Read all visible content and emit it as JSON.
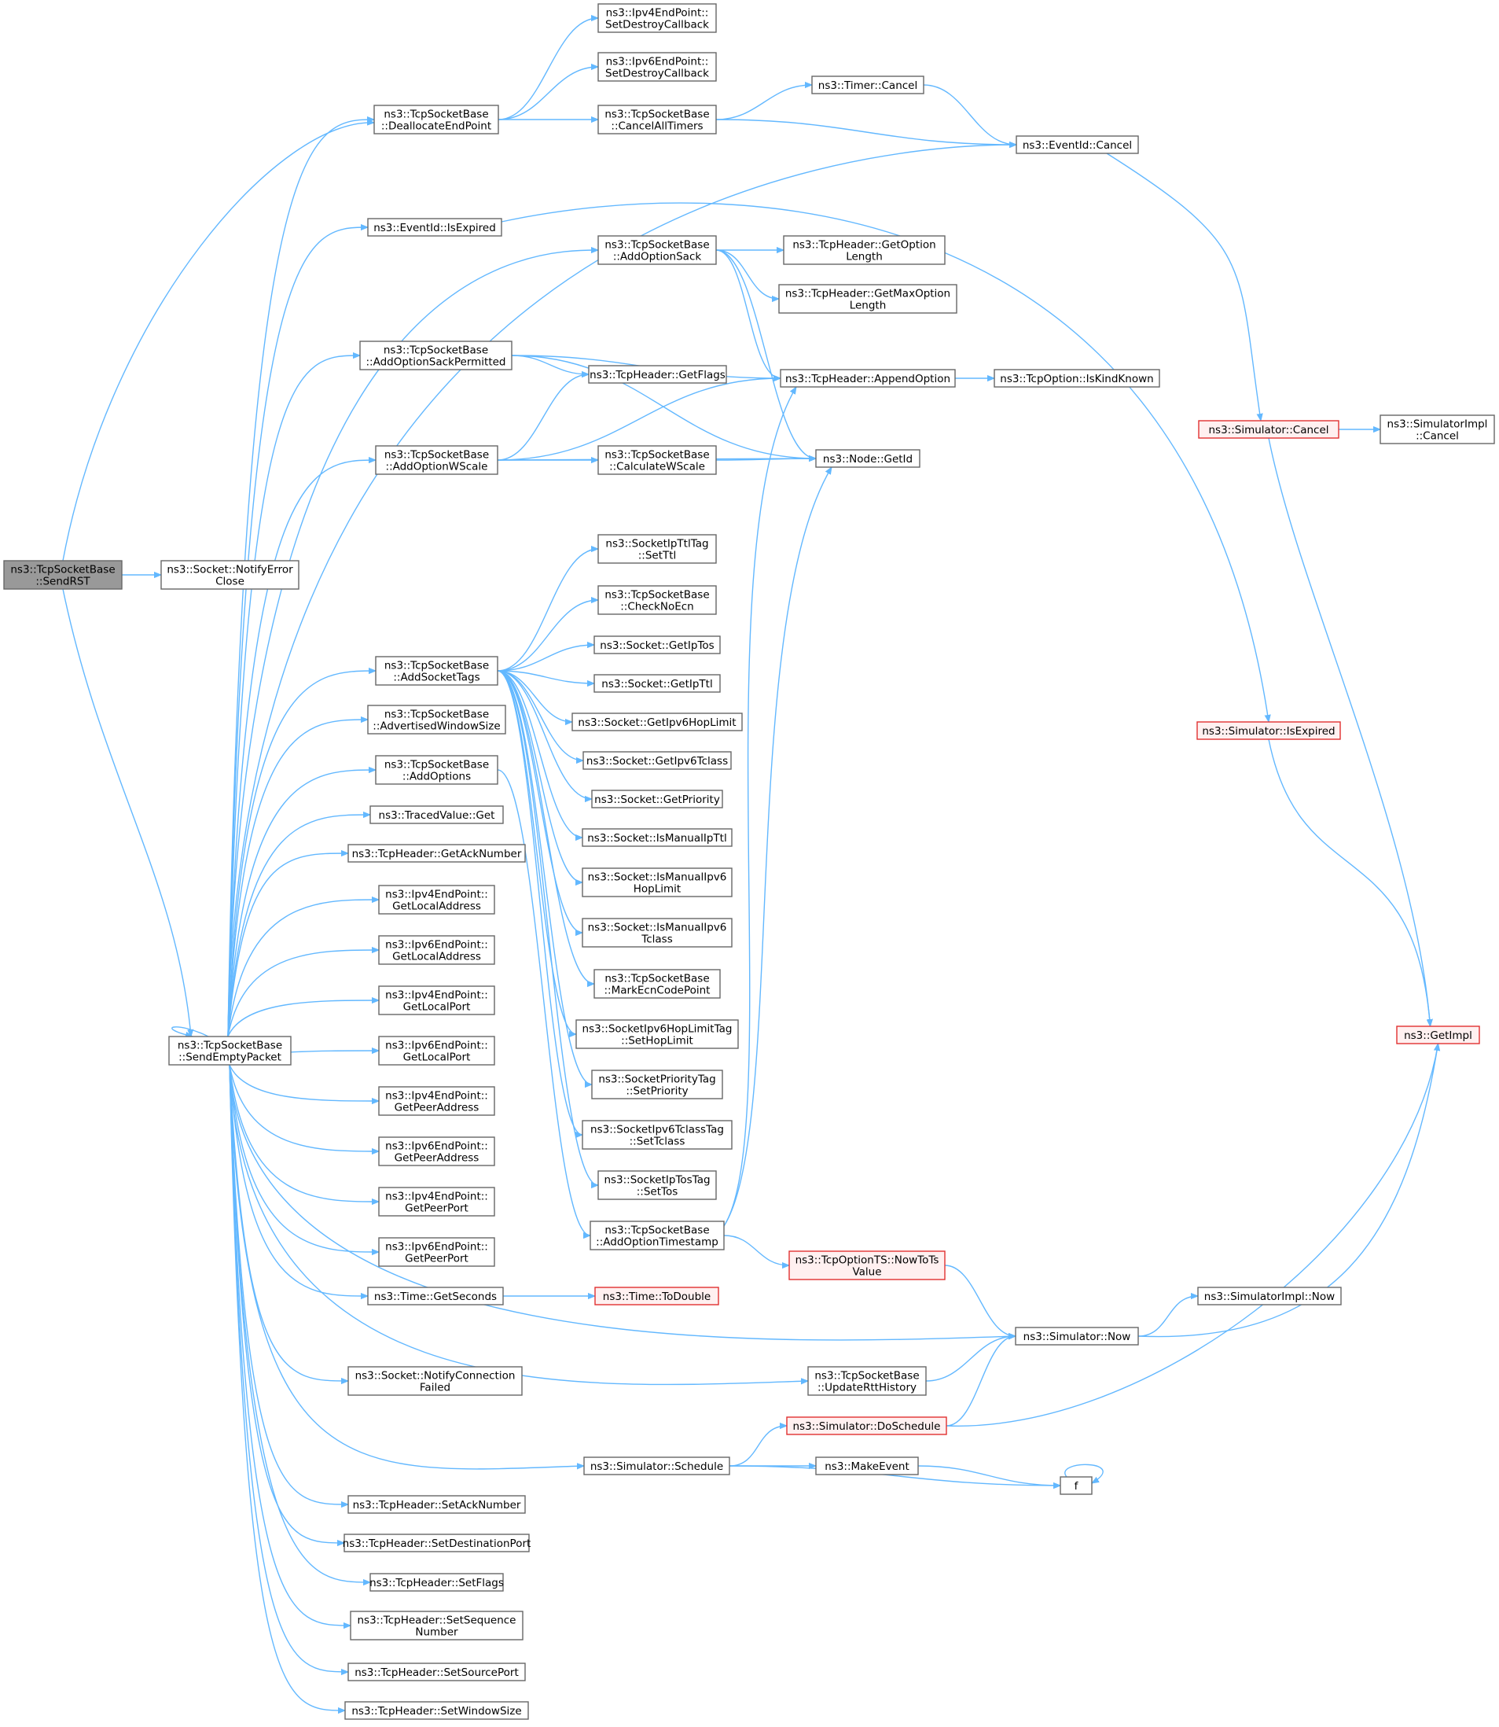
{
  "nodes": [
    {
      "id": "sendrst",
      "lines": [
        "ns3::TcpSocketBase",
        "::SendRST"
      ],
      "style": "root"
    },
    {
      "id": "notifyerrorclose",
      "lines": [
        "ns3::Socket::NotifyError",
        "Close"
      ]
    },
    {
      "id": "sendemptypacket",
      "lines": [
        "ns3::TcpSocketBase",
        "::SendEmptyPacket"
      ]
    },
    {
      "id": "deallocateendpoint",
      "lines": [
        "ns3::TcpSocketBase",
        "::DeallocateEndPoint"
      ]
    },
    {
      "id": "ipv4setdestroy",
      "lines": [
        "ns3::Ipv4EndPoint::",
        "SetDestroyCallback"
      ]
    },
    {
      "id": "ipv6setdestroy",
      "lines": [
        "ns3::Ipv6EndPoint::",
        "SetDestroyCallback"
      ]
    },
    {
      "id": "cancelalltimers",
      "lines": [
        "ns3::TcpSocketBase",
        "::CancelAllTimers"
      ]
    },
    {
      "id": "timercancel",
      "lines": [
        "ns3::Timer::Cancel"
      ]
    },
    {
      "id": "eventidcancel",
      "lines": [
        "ns3::EventId::Cancel"
      ]
    },
    {
      "id": "eventidisexpired",
      "lines": [
        "ns3::EventId::IsExpired"
      ]
    },
    {
      "id": "addoptionsack",
      "lines": [
        "ns3::TcpSocketBase",
        "::AddOptionSack"
      ]
    },
    {
      "id": "getoptionlength",
      "lines": [
        "ns3::TcpHeader::GetOption",
        "Length"
      ]
    },
    {
      "id": "getmaxoptionlength",
      "lines": [
        "ns3::TcpHeader::GetMaxOption",
        "Length"
      ]
    },
    {
      "id": "addoptionsackpermitted",
      "lines": [
        "ns3::TcpSocketBase",
        "::AddOptionSackPermitted"
      ]
    },
    {
      "id": "getflags",
      "lines": [
        "ns3::TcpHeader::GetFlags"
      ]
    },
    {
      "id": "appendoption",
      "lines": [
        "ns3::TcpHeader::AppendOption"
      ]
    },
    {
      "id": "iskindknown",
      "lines": [
        "ns3::TcpOption::IsKindKnown"
      ]
    },
    {
      "id": "addoptionwscale",
      "lines": [
        "ns3::TcpSocketBase",
        "::AddOptionWScale"
      ]
    },
    {
      "id": "calculatewscale",
      "lines": [
        "ns3::TcpSocketBase",
        "::CalculateWScale"
      ]
    },
    {
      "id": "nodegetid",
      "lines": [
        "ns3::Node::GetId"
      ]
    },
    {
      "id": "simulatorcancel",
      "lines": [
        "ns3::Simulator::Cancel"
      ],
      "style": "red"
    },
    {
      "id": "simulatorimplcancel",
      "lines": [
        "ns3::SimulatorImpl",
        "::Cancel"
      ]
    },
    {
      "id": "socketipttltagsetttl",
      "lines": [
        "ns3::SocketIpTtlTag",
        "::SetTtl"
      ]
    },
    {
      "id": "checknoecn",
      "lines": [
        "ns3::TcpSocketBase",
        "::CheckNoEcn"
      ]
    },
    {
      "id": "addsockettags",
      "lines": [
        "ns3::TcpSocketBase",
        "::AddSocketTags"
      ]
    },
    {
      "id": "getiptos",
      "lines": [
        "ns3::Socket::GetIpTos"
      ]
    },
    {
      "id": "getipttl",
      "lines": [
        "ns3::Socket::GetIpTtl"
      ]
    },
    {
      "id": "getipv6hoplimit",
      "lines": [
        "ns3::Socket::GetIpv6HopLimit"
      ]
    },
    {
      "id": "advertisedwindowsize",
      "lines": [
        "ns3::TcpSocketBase",
        "::AdvertisedWindowSize"
      ]
    },
    {
      "id": "getipv6tclass",
      "lines": [
        "ns3::Socket::GetIpv6Tclass"
      ]
    },
    {
      "id": "addoptions",
      "lines": [
        "ns3::TcpSocketBase",
        "::AddOptions"
      ]
    },
    {
      "id": "simulatorisexpired",
      "lines": [
        "ns3::Simulator::IsExpired"
      ],
      "style": "red"
    },
    {
      "id": "getpriority",
      "lines": [
        "ns3::Socket::GetPriority"
      ]
    },
    {
      "id": "tracedvalueget",
      "lines": [
        "ns3::TracedValue::Get"
      ]
    },
    {
      "id": "ismanualipttl",
      "lines": [
        "ns3::Socket::IsManualIpTtl"
      ]
    },
    {
      "id": "getacknumber",
      "lines": [
        "ns3::TcpHeader::GetAckNumber"
      ]
    },
    {
      "id": "ismanualipv6hoplimit",
      "lines": [
        "ns3::Socket::IsManualIpv6",
        "HopLimit"
      ]
    },
    {
      "id": "ipv4getlocaladdress",
      "lines": [
        "ns3::Ipv4EndPoint::",
        "GetLocalAddress"
      ]
    },
    {
      "id": "ismanualipv6tclass",
      "lines": [
        "ns3::Socket::IsManualIpv6",
        "Tclass"
      ]
    },
    {
      "id": "ipv6getlocaladdress",
      "lines": [
        "ns3::Ipv6EndPoint::",
        "GetLocalAddress"
      ]
    },
    {
      "id": "markecncodepoint",
      "lines": [
        "ns3::TcpSocketBase",
        "::MarkEcnCodePoint"
      ]
    },
    {
      "id": "ipv4getlocalport",
      "lines": [
        "ns3::Ipv4EndPoint::",
        "GetLocalPort"
      ]
    },
    {
      "id": "socketipv6hoplimittagset",
      "lines": [
        "ns3::SocketIpv6HopLimitTag",
        "::SetHopLimit"
      ]
    },
    {
      "id": "getimpl",
      "lines": [
        "ns3::GetImpl"
      ],
      "style": "red"
    },
    {
      "id": "ipv6getlocalport",
      "lines": [
        "ns3::Ipv6EndPoint::",
        "GetLocalPort"
      ]
    },
    {
      "id": "socketprioritytagset",
      "lines": [
        "ns3::SocketPriorityTag",
        "::SetPriority"
      ]
    },
    {
      "id": "ipv4getpeeraddress",
      "lines": [
        "ns3::Ipv4EndPoint::",
        "GetPeerAddress"
      ]
    },
    {
      "id": "socketipv6tclasstagset",
      "lines": [
        "ns3::SocketIpv6TclassTag",
        "::SetTclass"
      ]
    },
    {
      "id": "ipv6getpeeraddress",
      "lines": [
        "ns3::Ipv6EndPoint::",
        "GetPeerAddress"
      ]
    },
    {
      "id": "socketiptostagset",
      "lines": [
        "ns3::SocketIpTosTag",
        "::SetTos"
      ]
    },
    {
      "id": "ipv4getpeerport",
      "lines": [
        "ns3::Ipv4EndPoint::",
        "GetPeerPort"
      ]
    },
    {
      "id": "addoptiontimestamp",
      "lines": [
        "ns3::TcpSocketBase",
        "::AddOptionTimestamp"
      ]
    },
    {
      "id": "ipv6getpeerport",
      "lines": [
        "ns3::Ipv6EndPoint::",
        "GetPeerPort"
      ]
    },
    {
      "id": "nowtotsvalue",
      "lines": [
        "ns3::TcpOptionTS::NowToTs",
        "Value"
      ],
      "style": "red"
    },
    {
      "id": "timegetseconds",
      "lines": [
        "ns3::Time::GetSeconds"
      ]
    },
    {
      "id": "timetodouble",
      "lines": [
        "ns3::Time::ToDouble"
      ],
      "style": "red"
    },
    {
      "id": "simulatorimplnow",
      "lines": [
        "ns3::SimulatorImpl::Now"
      ]
    },
    {
      "id": "simulatornow",
      "lines": [
        "ns3::Simulator::Now"
      ]
    },
    {
      "id": "notifyconnectionfailed",
      "lines": [
        "ns3::Socket::NotifyConnection",
        "Failed"
      ]
    },
    {
      "id": "updatertthistory",
      "lines": [
        "ns3::TcpSocketBase",
        "::UpdateRttHistory"
      ]
    },
    {
      "id": "doschedule",
      "lines": [
        "ns3::Simulator::DoSchedule"
      ],
      "style": "red"
    },
    {
      "id": "simulatorschedule",
      "lines": [
        "ns3::Simulator::Schedule"
      ]
    },
    {
      "id": "makeevent",
      "lines": [
        "ns3::MakeEvent"
      ]
    },
    {
      "id": "f",
      "lines": [
        "f"
      ]
    },
    {
      "id": "setacknumber",
      "lines": [
        "ns3::TcpHeader::SetAckNumber"
      ]
    },
    {
      "id": "setdestinationport",
      "lines": [
        "ns3::TcpHeader::SetDestinationPort"
      ]
    },
    {
      "id": "setflags",
      "lines": [
        "ns3::TcpHeader::SetFlags"
      ]
    },
    {
      "id": "setsequencenumber",
      "lines": [
        "ns3::TcpHeader::SetSequence",
        "Number"
      ]
    },
    {
      "id": "setsourceport",
      "lines": [
        "ns3::TcpHeader::SetSourcePort"
      ]
    },
    {
      "id": "setwindowsize",
      "lines": [
        "ns3::TcpHeader::SetWindowSize"
      ]
    }
  ]
}
